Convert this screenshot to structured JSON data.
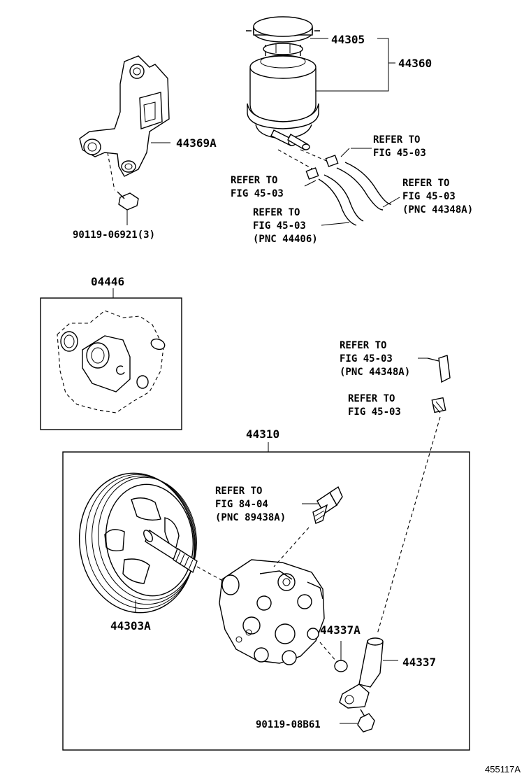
{
  "labels": {
    "p44305": "44305",
    "p44360": "44360",
    "p44369A": "44369A",
    "p90119_06921": "90119-06921(3)",
    "ref_a": {
      "l1": "REFER TO",
      "l2": "FIG 45-03"
    },
    "ref_b": {
      "l1": "REFER TO",
      "l2": "FIG 45-03"
    },
    "ref_c": {
      "l1": "REFER TO",
      "l2": "FIG 45-03",
      "l3": "(PNC 44348A)"
    },
    "ref_d": {
      "l1": "REFER TO",
      "l2": "FIG 45-03",
      "l3": "(PNC 44406)"
    },
    "p04446": "04446",
    "ref_e": {
      "l1": "REFER TO",
      "l2": "FIG 45-03",
      "l3": "(PNC 44348A)"
    },
    "ref_f": {
      "l1": "REFER TO",
      "l2": "FIG 45-03"
    },
    "p44310": "44310",
    "ref_g": {
      "l1": "REFER TO",
      "l2": "FIG 84-04",
      "l3": "(PNC 89438A)"
    },
    "p44303A": "44303A",
    "p44337A": "44337A",
    "p44337": "44337",
    "p90119_08B61": "90119-08B61",
    "figure_code": "455117A"
  }
}
